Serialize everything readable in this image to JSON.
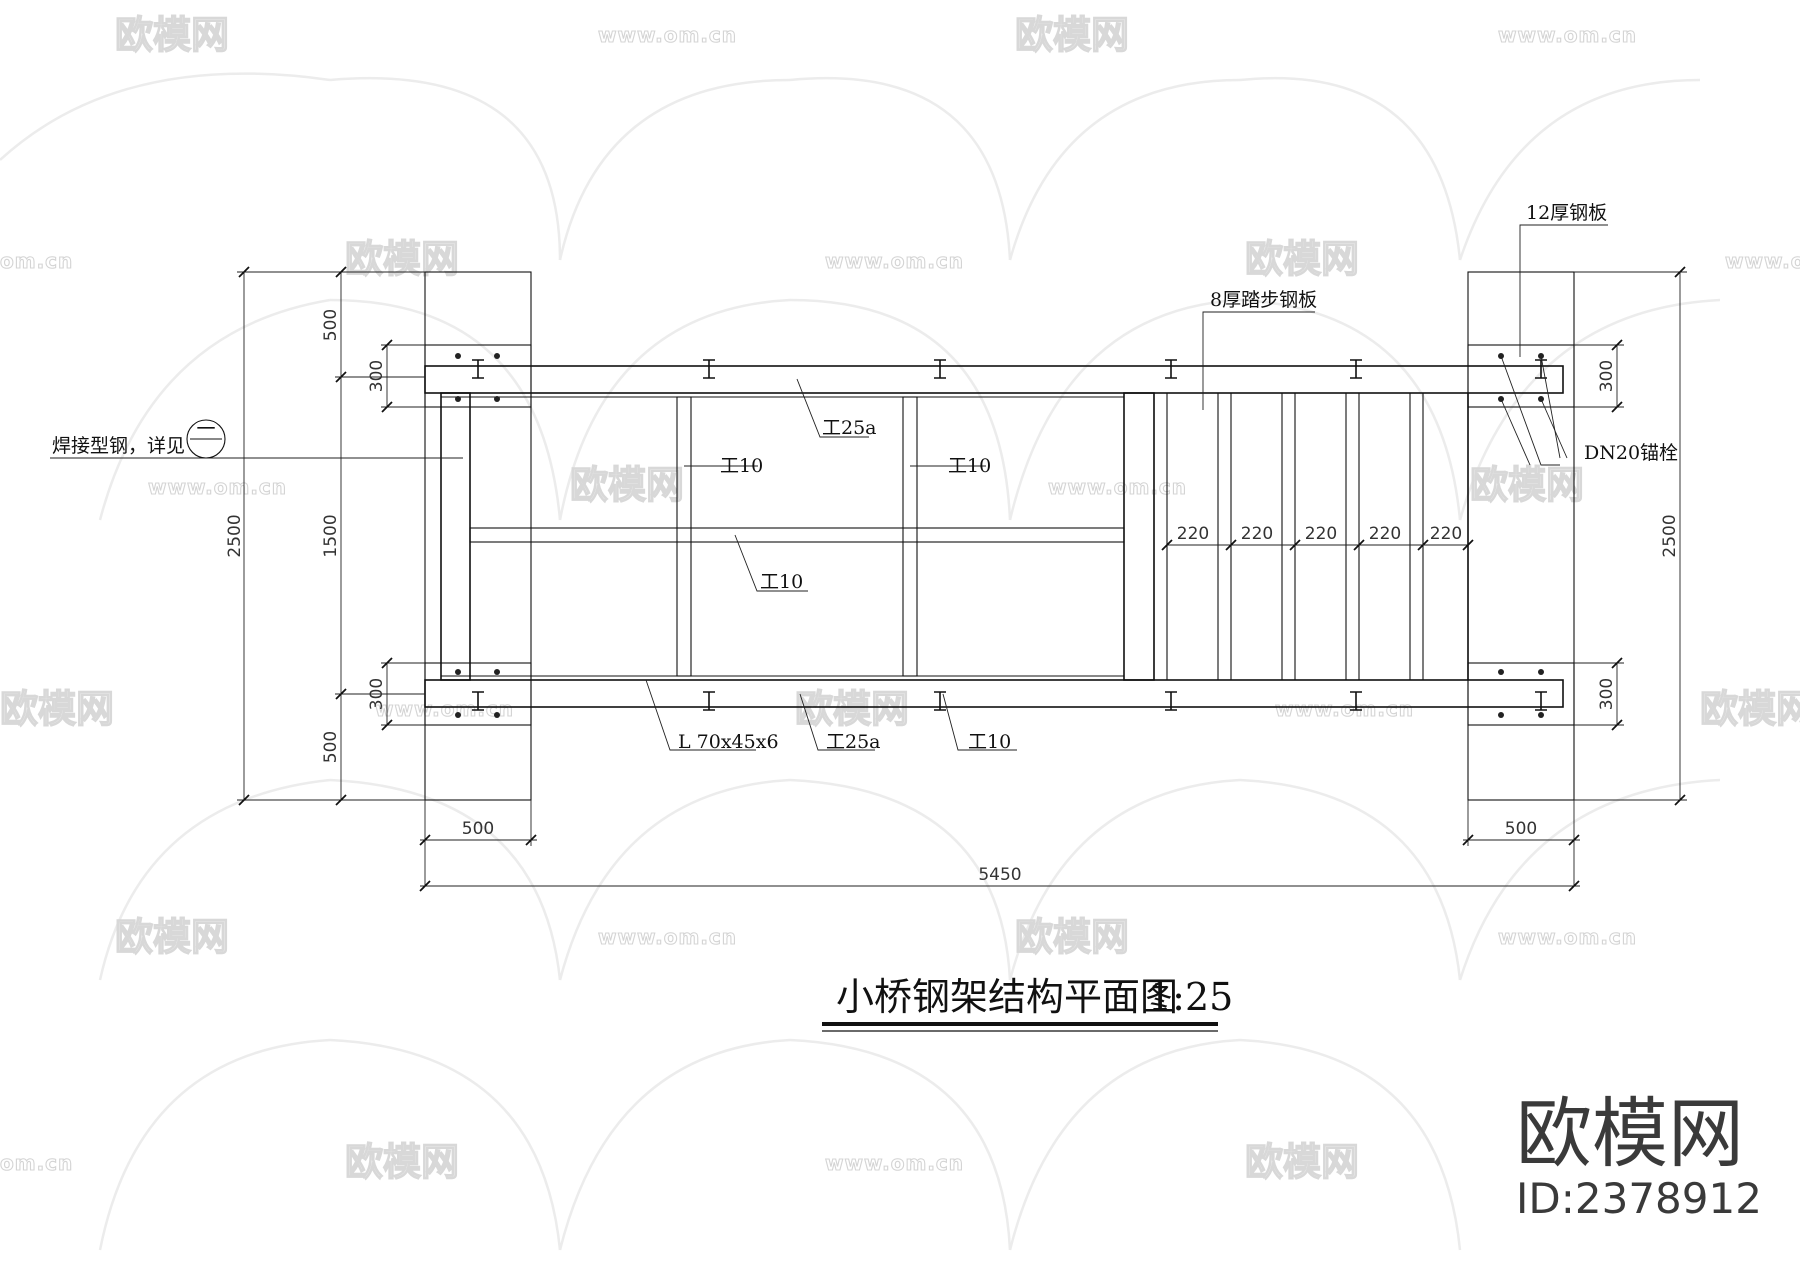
{
  "drawing": {
    "title": "小桥钢架结构平面图",
    "scale": "1:25"
  },
  "labels": {
    "plate_12": "12厚钢板",
    "step_plate_8": "8厚踏步钢板",
    "weld_note": "焊接型钢，详见",
    "weld_detail_ref": "一",
    "anchor": "DN20锚栓",
    "i25a_top": "工25a",
    "i10_a": "工10",
    "i10_b": "工10",
    "i10_mid": "工10",
    "angle": "L 70x45x6",
    "i25a_bottom": "工25a",
    "i10_bottom": "工10"
  },
  "dimensions": {
    "left_total": "2500",
    "left_top": "500",
    "left_mid": "1500",
    "left_bottom": "500",
    "left_flange_top": "300",
    "left_flange_bottom": "300",
    "right_total": "2500",
    "right_flange_top": "300",
    "right_flange_bottom": "300",
    "spacings": [
      "220",
      "220",
      "220",
      "220",
      "220"
    ],
    "pier_left_width": "500",
    "pier_right_width": "500",
    "overall_length": "5450"
  },
  "watermark": {
    "brand": "欧模网",
    "url": "www.om.cn",
    "url_partial": "om.cn",
    "id": "ID:2378912"
  }
}
